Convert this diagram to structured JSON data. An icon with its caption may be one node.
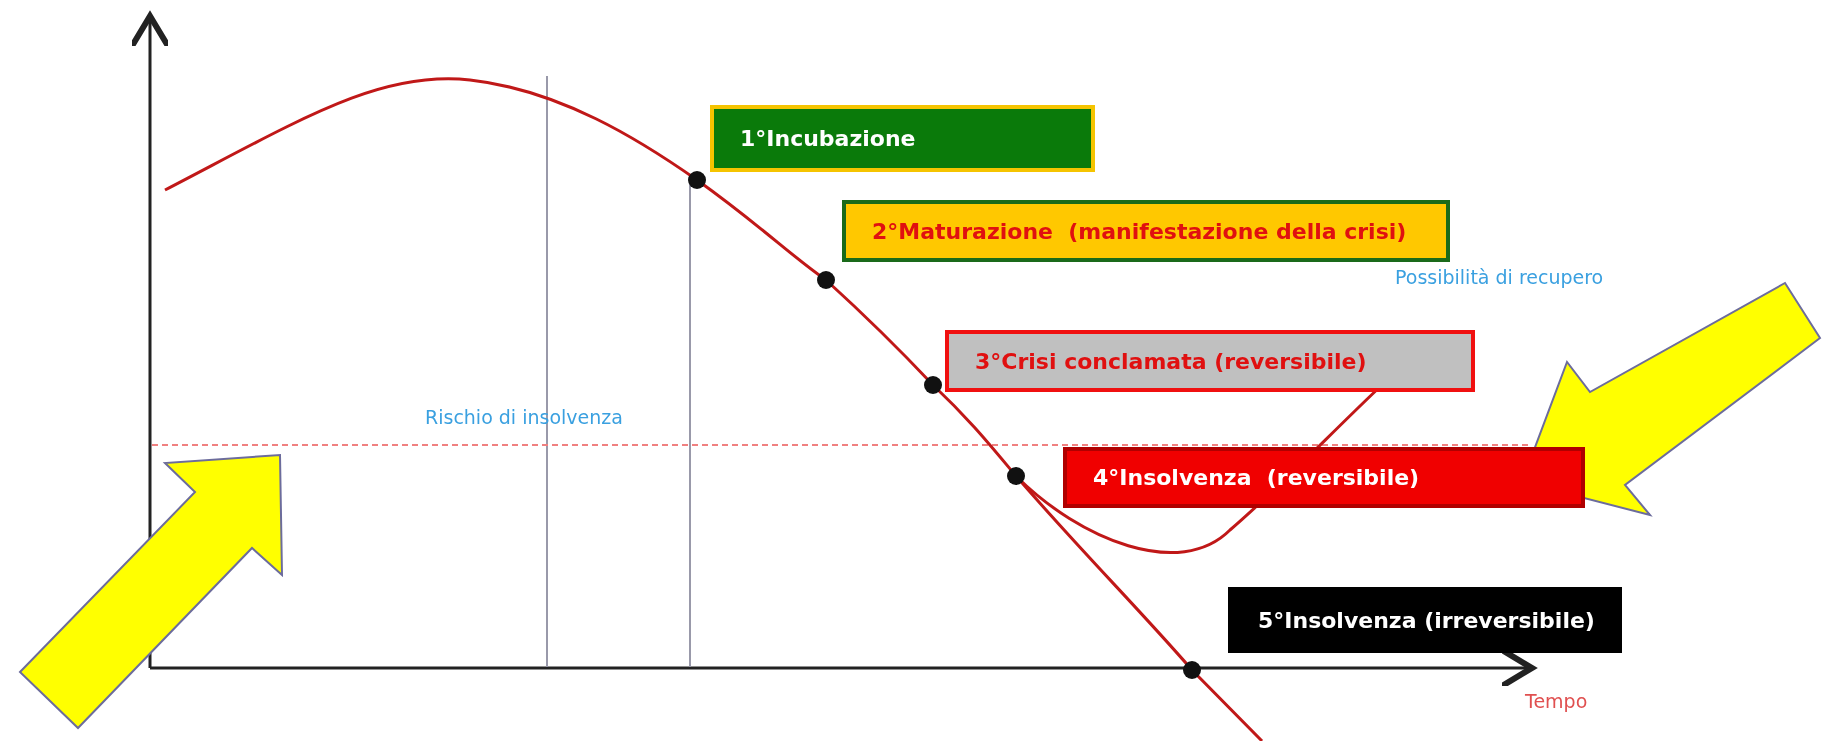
{
  "diagram": {
    "nodes": [
      {
        "text": [
          "1°Incubazione"
        ]
      },
      {
        "text": [
          "2°Maturazione  (manifestazione della crisi)"
        ]
      },
      {
        "text": [
          "3°Crisi conclamata (reversibile)"
        ]
      },
      {
        "text": [
          "4°Insolvenza  (reversibile)"
        ]
      },
      {
        "text": [
          "5°Insolvenza (irreversibile)"
        ]
      }
    ],
    "labels": [
      "Possibilità di recupero",
      "Rischio di insolvenza",
      "Tempo"
    ]
  }
}
